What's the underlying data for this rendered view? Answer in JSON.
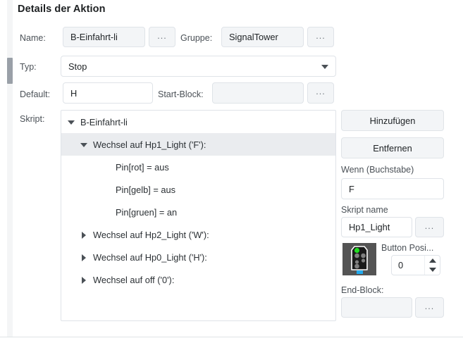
{
  "window": {
    "title": "Details der Aktion"
  },
  "form": {
    "name_label": "Name:",
    "name_value": "B-Einfahrt-li",
    "name_browse": "...",
    "gruppe_label": "Gruppe:",
    "gruppe_value": "SignalTower",
    "gruppe_browse": "...",
    "typ_label": "Typ:",
    "typ_value": "Stop",
    "default_label": "Default:",
    "default_value": "H",
    "startblock_label": "Start-Block:",
    "startblock_value": "",
    "startblock_browse": "...",
    "skript_label": "Skript:"
  },
  "tree": {
    "rows": [
      {
        "label": "B-Einfahrt-li",
        "indent": 8,
        "twisty": "down",
        "selected": false
      },
      {
        "label": "Wechsel auf Hp1_Light ('F'):",
        "indent": 26,
        "twisty": "down",
        "selected": true
      },
      {
        "label": "Pin[rot] = aus",
        "indent": 58,
        "twisty": "none",
        "selected": false
      },
      {
        "label": "Pin[gelb] = aus",
        "indent": 58,
        "twisty": "none",
        "selected": false
      },
      {
        "label": "Pin[gruen] = an",
        "indent": 58,
        "twisty": "none",
        "selected": false
      },
      {
        "label": "Wechsel auf Hp2_Light ('W'):",
        "indent": 26,
        "twisty": "right",
        "selected": false
      },
      {
        "label": "Wechsel auf Hp0_Light ('H'):",
        "indent": 26,
        "twisty": "right",
        "selected": false
      },
      {
        "label": "Wechsel auf off ('0'):",
        "indent": 26,
        "twisty": "right",
        "selected": false
      }
    ]
  },
  "side": {
    "add_label": "Hinzufügen",
    "remove_label": "Entfernen",
    "wenn_label": "Wenn (Buchstabe)",
    "wenn_value": "F",
    "skriptname_label": "Skript name",
    "skriptname_value": "Hp1_Light",
    "skriptname_browse": "...",
    "buttonpos_label": "Button Posi...",
    "buttonpos_value": "0",
    "endblock_label": "End-Block:",
    "endblock_value": "",
    "endblock_browse": "..."
  },
  "icons": {
    "signal_tower": "signal-tower-icon",
    "combo_arrow": "chevron-down-icon",
    "spin_up": "chevron-up-icon",
    "spin_down": "chevron-down-icon"
  },
  "colors": {
    "selection": "#eaecef",
    "field_bg": "#f3f5f7",
    "border": "#dfe3e8",
    "text": "#202427",
    "label": "#4b5157",
    "signal_body": "#1a1a1a",
    "signal_bg": "#545454",
    "lamp_on": "#22dd22",
    "lamp_off": "#808080",
    "base_marker": "#22aaee"
  }
}
